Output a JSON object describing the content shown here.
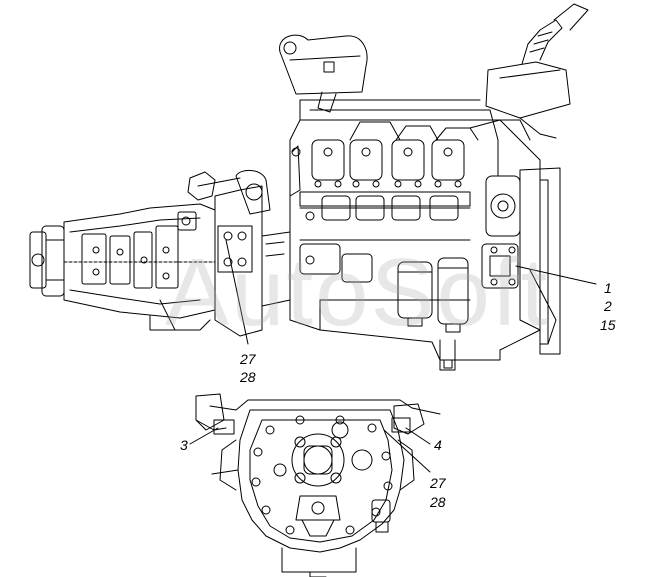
{
  "watermark": "AutoSoft",
  "callouts": {
    "c1": "1",
    "c2": "2",
    "c15": "15",
    "c27a": "27",
    "c28a": "28",
    "c3": "3",
    "c4": "4",
    "c27b": "27",
    "c28b": "28"
  }
}
